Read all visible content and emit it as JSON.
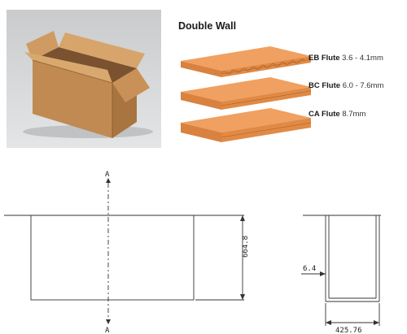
{
  "heading": "Double Wall",
  "flutes": [
    {
      "name": "EB Flute",
      "range": "3.6 - 4.1mm"
    },
    {
      "name": "BC Flute",
      "range": "6.0 - 7.6mm"
    },
    {
      "name": "CA Flute",
      "range": "8.7mm"
    }
  ],
  "drawing": {
    "section_top": "A",
    "section_bottom": "A",
    "height_dim": "664.8",
    "wall_dim": "6.4",
    "width_dim": "425.76"
  },
  "colors": {
    "board": "#e8904a",
    "board_dark": "#c97538",
    "box": "#c8955a"
  }
}
